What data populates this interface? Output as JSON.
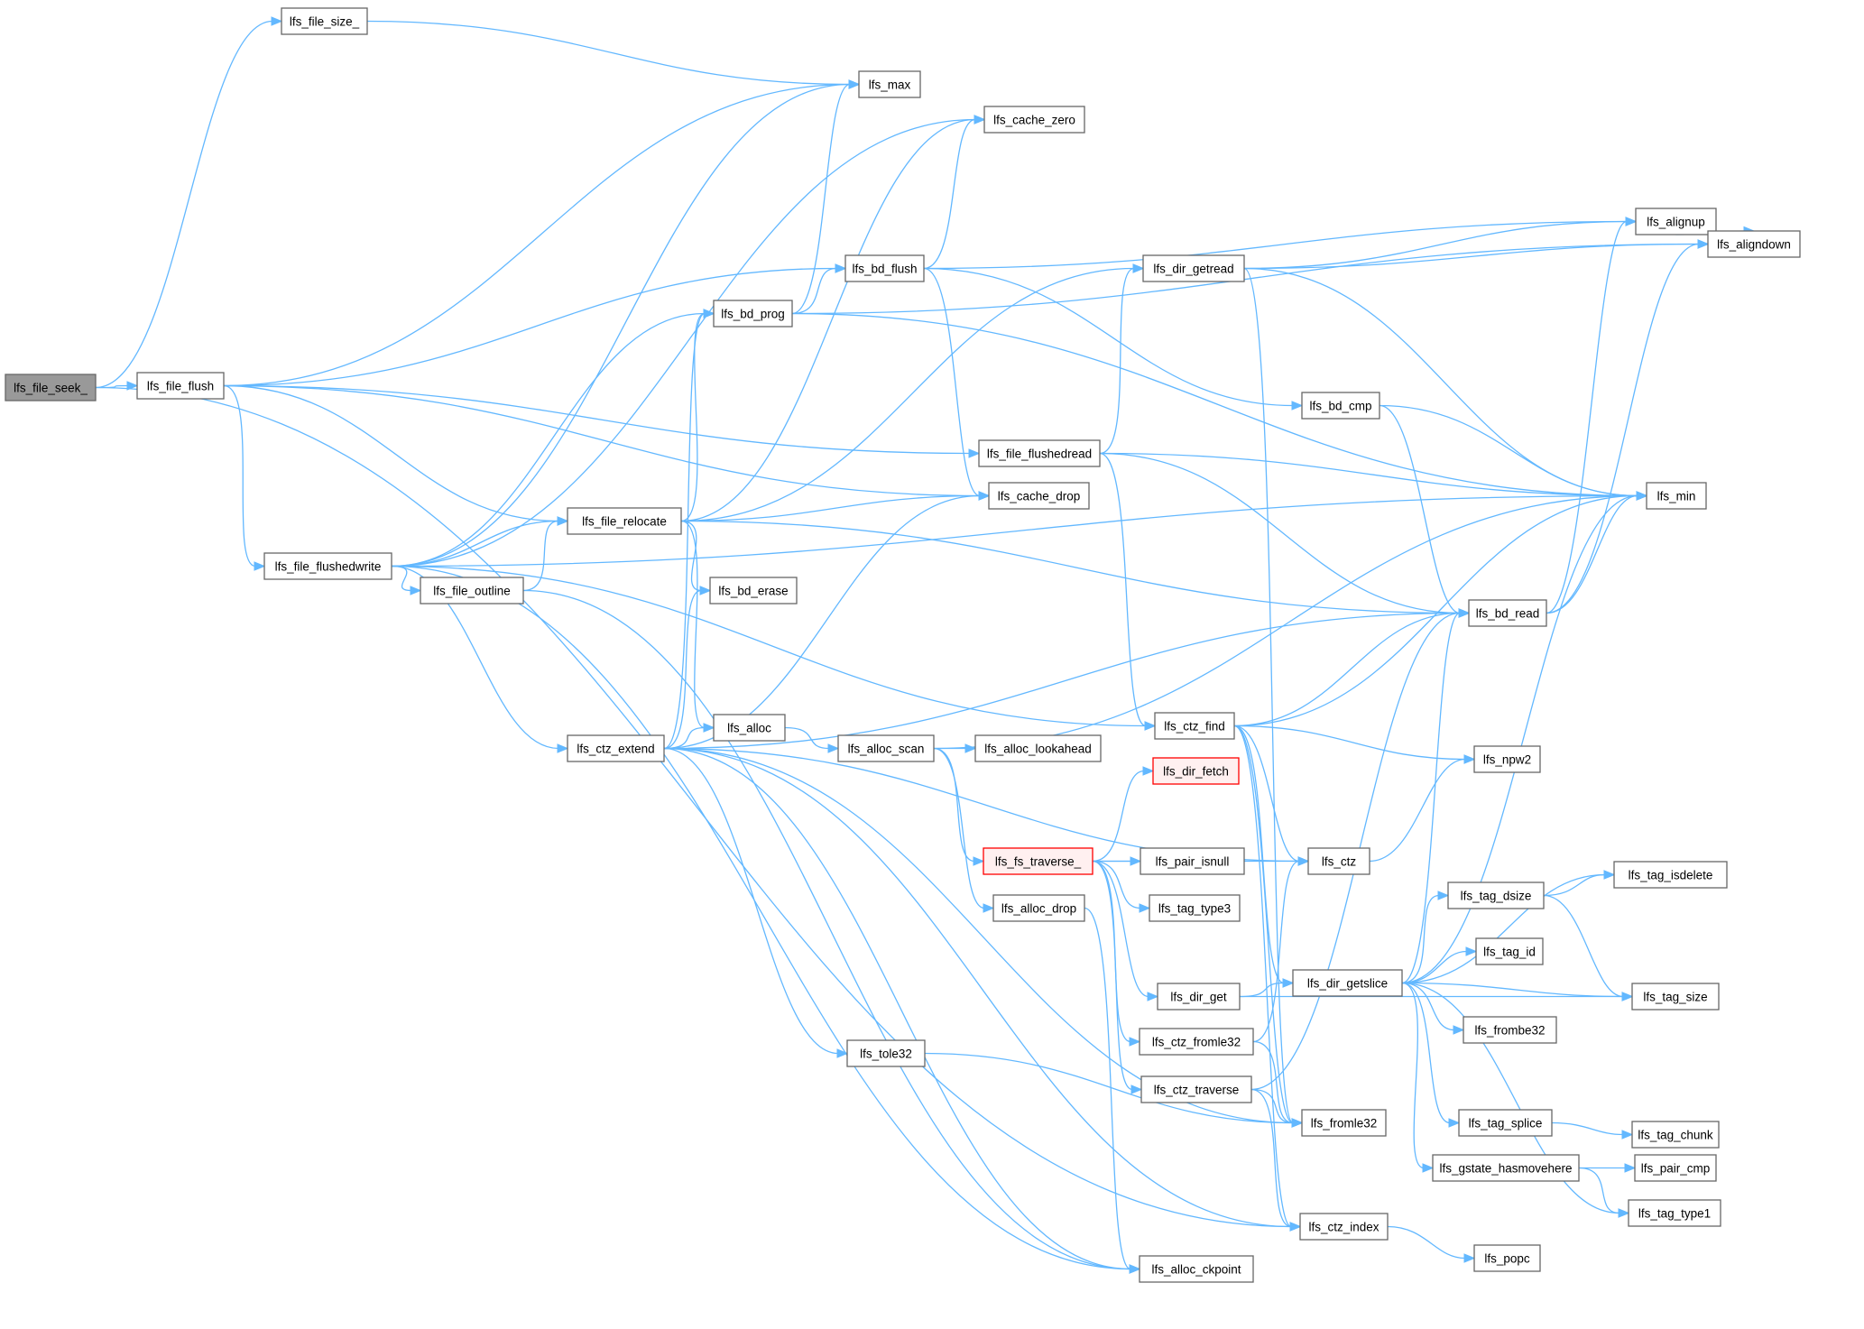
{
  "colors": {
    "edge": "#63b8ff",
    "node_border": "#666666",
    "node_fill": "#ffffff",
    "root_fill": "#999999",
    "highlight_border": "#ff0000",
    "highlight_fill": "#fff0f0"
  },
  "nodes": [
    {
      "id": "lfs_file_seek_",
      "label": "lfs_file_seek_",
      "style": "root"
    },
    {
      "id": "lfs_file_size_",
      "label": "lfs_file_size_"
    },
    {
      "id": "lfs_file_flush",
      "label": "lfs_file_flush"
    },
    {
      "id": "lfs_max",
      "label": "lfs_max"
    },
    {
      "id": "lfs_cache_zero",
      "label": "lfs_cache_zero"
    },
    {
      "id": "lfs_alignup",
      "label": "lfs_alignup"
    },
    {
      "id": "lfs_aligndown",
      "label": "lfs_aligndown"
    },
    {
      "id": "lfs_bd_flush",
      "label": "lfs_bd_flush"
    },
    {
      "id": "lfs_dir_getread",
      "label": "lfs_dir_getread"
    },
    {
      "id": "lfs_bd_prog",
      "label": "lfs_bd_prog"
    },
    {
      "id": "lfs_bd_cmp",
      "label": "lfs_bd_cmp"
    },
    {
      "id": "lfs_file_flushedread",
      "label": "lfs_file_flushedread"
    },
    {
      "id": "lfs_cache_drop",
      "label": "lfs_cache_drop"
    },
    {
      "id": "lfs_min",
      "label": "lfs_min"
    },
    {
      "id": "lfs_file_relocate",
      "label": "lfs_file_relocate"
    },
    {
      "id": "lfs_file_flushedwrite",
      "label": "lfs_file_flushedwrite"
    },
    {
      "id": "lfs_file_outline",
      "label": "lfs_file_outline"
    },
    {
      "id": "lfs_bd_erase",
      "label": "lfs_bd_erase"
    },
    {
      "id": "lfs_bd_read",
      "label": "lfs_bd_read"
    },
    {
      "id": "lfs_ctz_find",
      "label": "lfs_ctz_find"
    },
    {
      "id": "lfs_ctz_extend",
      "label": "lfs_ctz_extend"
    },
    {
      "id": "lfs_alloc",
      "label": "lfs_alloc"
    },
    {
      "id": "lfs_alloc_scan",
      "label": "lfs_alloc_scan"
    },
    {
      "id": "lfs_alloc_lookahead",
      "label": "lfs_alloc_lookahead"
    },
    {
      "id": "lfs_npw2",
      "label": "lfs_npw2"
    },
    {
      "id": "lfs_dir_fetch",
      "label": "lfs_dir_fetch",
      "style": "red"
    },
    {
      "id": "lfs_fs_traverse_",
      "label": "lfs_fs_traverse_",
      "style": "red"
    },
    {
      "id": "lfs_pair_isnull",
      "label": "lfs_pair_isnull"
    },
    {
      "id": "lfs_ctz",
      "label": "lfs_ctz"
    },
    {
      "id": "lfs_tag_isdelete",
      "label": "lfs_tag_isdelete"
    },
    {
      "id": "lfs_alloc_drop",
      "label": "lfs_alloc_drop"
    },
    {
      "id": "lfs_tag_type3",
      "label": "lfs_tag_type3"
    },
    {
      "id": "lfs_tag_dsize",
      "label": "lfs_tag_dsize"
    },
    {
      "id": "lfs_tag_id",
      "label": "lfs_tag_id"
    },
    {
      "id": "lfs_dir_get",
      "label": "lfs_dir_get"
    },
    {
      "id": "lfs_dir_getslice",
      "label": "lfs_dir_getslice"
    },
    {
      "id": "lfs_tag_size",
      "label": "lfs_tag_size"
    },
    {
      "id": "lfs_frombe32",
      "label": "lfs_frombe32"
    },
    {
      "id": "lfs_ctz_fromle32",
      "label": "lfs_ctz_fromle32"
    },
    {
      "id": "lfs_tole32",
      "label": "lfs_tole32"
    },
    {
      "id": "lfs_ctz_traverse",
      "label": "lfs_ctz_traverse"
    },
    {
      "id": "lfs_fromle32",
      "label": "lfs_fromle32"
    },
    {
      "id": "lfs_tag_splice",
      "label": "lfs_tag_splice"
    },
    {
      "id": "lfs_tag_chunk",
      "label": "lfs_tag_chunk"
    },
    {
      "id": "lfs_gstate_hasmovehere",
      "label": "lfs_gstate_hasmovehere"
    },
    {
      "id": "lfs_pair_cmp",
      "label": "lfs_pair_cmp"
    },
    {
      "id": "lfs_tag_type1",
      "label": "lfs_tag_type1"
    },
    {
      "id": "lfs_ctz_index",
      "label": "lfs_ctz_index"
    },
    {
      "id": "lfs_popc",
      "label": "lfs_popc"
    },
    {
      "id": "lfs_alloc_ckpoint",
      "label": "lfs_alloc_ckpoint"
    }
  ],
  "edges": [
    [
      "lfs_file_seek_",
      "lfs_file_size_"
    ],
    [
      "lfs_file_seek_",
      "lfs_file_flush"
    ],
    [
      "lfs_file_seek_",
      "lfs_ctz_index"
    ],
    [
      "lfs_file_size_",
      "lfs_max"
    ],
    [
      "lfs_file_flush",
      "lfs_max"
    ],
    [
      "lfs_file_flush",
      "lfs_bd_flush"
    ],
    [
      "lfs_file_flush",
      "lfs_cache_drop"
    ],
    [
      "lfs_file_flush",
      "lfs_file_flushedread"
    ],
    [
      "lfs_file_flush",
      "lfs_file_relocate"
    ],
    [
      "lfs_file_flush",
      "lfs_file_flushedwrite"
    ],
    [
      "lfs_bd_flush",
      "lfs_cache_zero"
    ],
    [
      "lfs_bd_flush",
      "lfs_alignup"
    ],
    [
      "lfs_bd_flush",
      "lfs_bd_cmp"
    ],
    [
      "lfs_bd_flush",
      "lfs_cache_drop"
    ],
    [
      "lfs_bd_prog",
      "lfs_max"
    ],
    [
      "lfs_bd_prog",
      "lfs_aligndown"
    ],
    [
      "lfs_bd_prog",
      "lfs_bd_flush"
    ],
    [
      "lfs_bd_prog",
      "lfs_min"
    ],
    [
      "lfs_dir_getread",
      "lfs_alignup"
    ],
    [
      "lfs_dir_getread",
      "lfs_aligndown"
    ],
    [
      "lfs_dir_getread",
      "lfs_min"
    ],
    [
      "lfs_dir_getread",
      "lfs_fromle32"
    ],
    [
      "lfs_alignup",
      "lfs_aligndown"
    ],
    [
      "lfs_bd_cmp",
      "lfs_min"
    ],
    [
      "lfs_bd_cmp",
      "lfs_bd_read"
    ],
    [
      "lfs_file_flushedread",
      "lfs_dir_getread"
    ],
    [
      "lfs_file_flushedread",
      "lfs_min"
    ],
    [
      "lfs_file_flushedread",
      "lfs_bd_read"
    ],
    [
      "lfs_file_flushedread",
      "lfs_ctz_find"
    ],
    [
      "lfs_file_relocate",
      "lfs_cache_zero"
    ],
    [
      "lfs_file_relocate",
      "lfs_bd_prog"
    ],
    [
      "lfs_file_relocate",
      "lfs_dir_getread"
    ],
    [
      "lfs_file_relocate",
      "lfs_cache_drop"
    ],
    [
      "lfs_file_relocate",
      "lfs_bd_erase"
    ],
    [
      "lfs_file_relocate",
      "lfs_bd_read"
    ],
    [
      "lfs_file_relocate",
      "lfs_alloc"
    ],
    [
      "lfs_file_flushedwrite",
      "lfs_max"
    ],
    [
      "lfs_file_flushedwrite",
      "lfs_cache_zero"
    ],
    [
      "lfs_file_flushedwrite",
      "lfs_bd_prog"
    ],
    [
      "lfs_file_flushedwrite",
      "lfs_file_relocate"
    ],
    [
      "lfs_file_flushedwrite",
      "lfs_file_outline"
    ],
    [
      "lfs_file_flushedwrite",
      "lfs_min"
    ],
    [
      "lfs_file_flushedwrite",
      "lfs_ctz_extend"
    ],
    [
      "lfs_file_flushedwrite",
      "lfs_ctz_find"
    ],
    [
      "lfs_file_flushedwrite",
      "lfs_alloc_ckpoint"
    ],
    [
      "lfs_file_outline",
      "lfs_file_relocate"
    ],
    [
      "lfs_file_outline",
      "lfs_alloc_ckpoint"
    ],
    [
      "lfs_bd_read",
      "lfs_alignup"
    ],
    [
      "lfs_bd_read",
      "lfs_aligndown"
    ],
    [
      "lfs_bd_read",
      "lfs_min"
    ],
    [
      "lfs_ctz_extend",
      "lfs_bd_prog"
    ],
    [
      "lfs_ctz_extend",
      "lfs_cache_drop"
    ],
    [
      "lfs_ctz_extend",
      "lfs_bd_erase"
    ],
    [
      "lfs_ctz_extend",
      "lfs_bd_read"
    ],
    [
      "lfs_ctz_extend",
      "lfs_alloc"
    ],
    [
      "lfs_ctz_extend",
      "lfs_ctz"
    ],
    [
      "lfs_ctz_extend",
      "lfs_tole32"
    ],
    [
      "lfs_ctz_extend",
      "lfs_fromle32"
    ],
    [
      "lfs_ctz_extend",
      "lfs_ctz_index"
    ],
    [
      "lfs_ctz_extend",
      "lfs_alloc_ckpoint"
    ],
    [
      "lfs_alloc",
      "lfs_alloc_scan"
    ],
    [
      "lfs_alloc_scan",
      "lfs_min"
    ],
    [
      "lfs_alloc_scan",
      "lfs_alloc_lookahead"
    ],
    [
      "lfs_alloc_scan",
      "lfs_fs_traverse_"
    ],
    [
      "lfs_alloc_scan",
      "lfs_alloc_drop"
    ],
    [
      "lfs_alloc_drop",
      "lfs_alloc_ckpoint"
    ],
    [
      "lfs_ctz_find",
      "lfs_bd_read"
    ],
    [
      "lfs_ctz_find",
      "lfs_min"
    ],
    [
      "lfs_ctz_find",
      "lfs_npw2"
    ],
    [
      "lfs_ctz_find",
      "lfs_ctz"
    ],
    [
      "lfs_ctz_find",
      "lfs_dir_getslice"
    ],
    [
      "lfs_ctz_find",
      "lfs_fromle32"
    ],
    [
      "lfs_ctz_find",
      "lfs_ctz_index"
    ],
    [
      "lfs_fs_traverse_",
      "lfs_dir_fetch"
    ],
    [
      "lfs_fs_traverse_",
      "lfs_ctz"
    ],
    [
      "lfs_fs_traverse_",
      "lfs_pair_isnull"
    ],
    [
      "lfs_fs_traverse_",
      "lfs_tag_type3"
    ],
    [
      "lfs_fs_traverse_",
      "lfs_dir_get"
    ],
    [
      "lfs_fs_traverse_",
      "lfs_ctz_fromle32"
    ],
    [
      "lfs_fs_traverse_",
      "lfs_ctz_traverse"
    ],
    [
      "lfs_ctz",
      "lfs_npw2"
    ],
    [
      "lfs_dir_get",
      "lfs_dir_getslice"
    ],
    [
      "lfs_dir_get",
      "lfs_tag_size"
    ],
    [
      "lfs_dir_getslice",
      "lfs_bd_read"
    ],
    [
      "lfs_dir_getslice",
      "lfs_min"
    ],
    [
      "lfs_dir_getslice",
      "lfs_tag_isdelete"
    ],
    [
      "lfs_dir_getslice",
      "lfs_tag_dsize"
    ],
    [
      "lfs_dir_getslice",
      "lfs_tag_id"
    ],
    [
      "lfs_dir_getslice",
      "lfs_tag_size"
    ],
    [
      "lfs_dir_getslice",
      "lfs_frombe32"
    ],
    [
      "lfs_dir_getslice",
      "lfs_tag_splice"
    ],
    [
      "lfs_dir_getslice",
      "lfs_gstate_hasmovehere"
    ],
    [
      "lfs_dir_getslice",
      "lfs_tag_type1"
    ],
    [
      "lfs_tag_dsize",
      "lfs_tag_isdelete"
    ],
    [
      "lfs_tag_dsize",
      "lfs_tag_size"
    ],
    [
      "lfs_ctz_fromle32",
      "lfs_ctz"
    ],
    [
      "lfs_ctz_fromle32",
      "lfs_fromle32"
    ],
    [
      "lfs_tole32",
      "lfs_fromle32"
    ],
    [
      "lfs_ctz_traverse",
      "lfs_bd_read"
    ],
    [
      "lfs_ctz_traverse",
      "lfs_fromle32"
    ],
    [
      "lfs_ctz_traverse",
      "lfs_ctz_index"
    ],
    [
      "lfs_tag_splice",
      "lfs_tag_chunk"
    ],
    [
      "lfs_gstate_hasmovehere",
      "lfs_pair_cmp"
    ],
    [
      "lfs_gstate_hasmovehere",
      "lfs_tag_type1"
    ],
    [
      "lfs_ctz_index",
      "lfs_popc"
    ]
  ]
}
